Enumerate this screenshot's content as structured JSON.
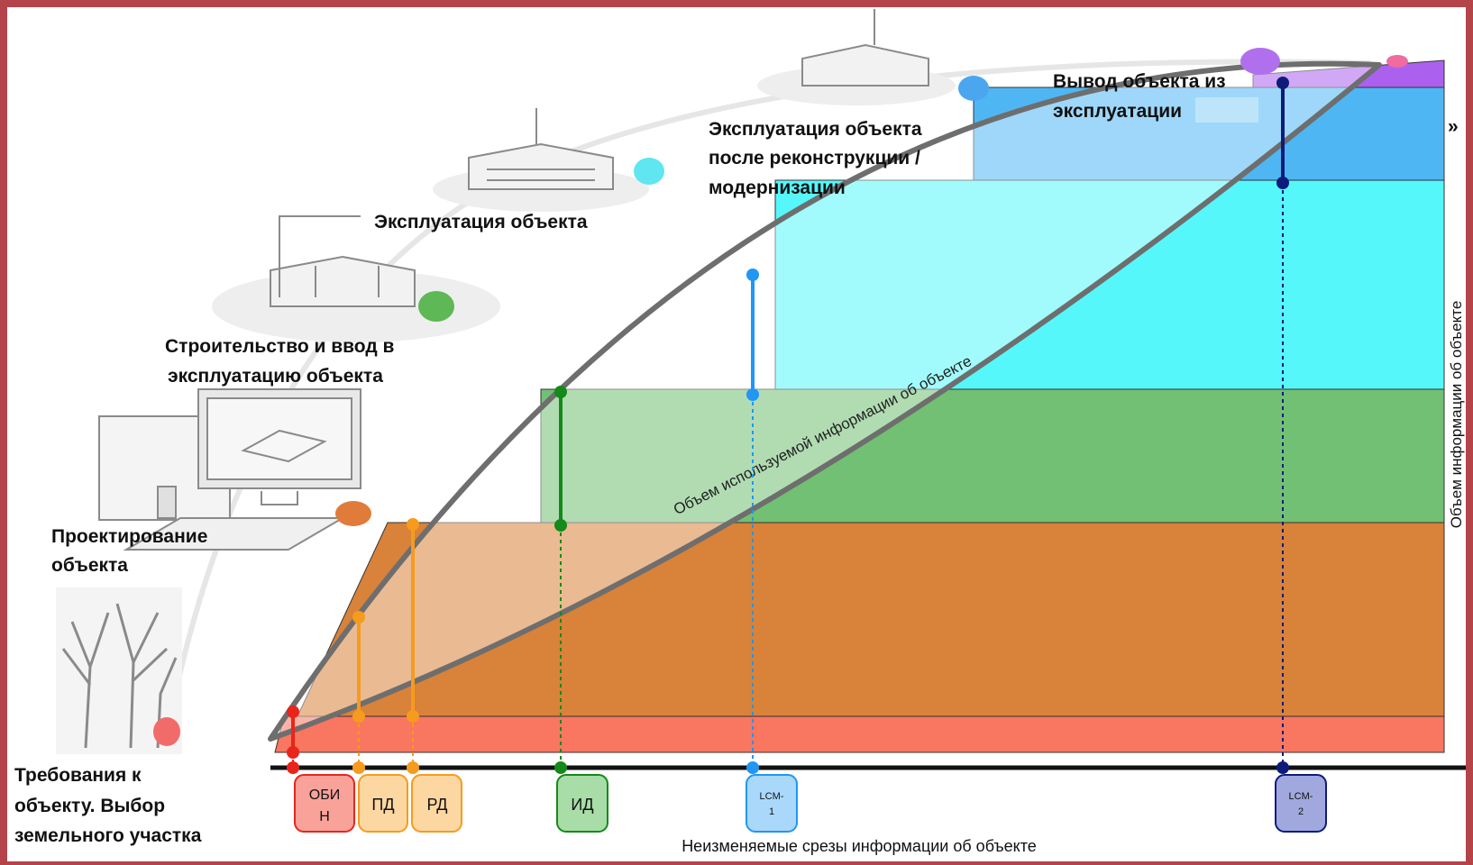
{
  "stages": {
    "requirements": [
      "Требования к",
      "объекту. Выбор",
      "земельного участка"
    ],
    "design": [
      "Проектирование",
      "объекта"
    ],
    "construction": [
      "Строительство и ввод в",
      "эксплуатацию объекта"
    ],
    "operation": [
      "Эксплуатация объекта"
    ],
    "reconstruction": [
      "Эксплуатация объекта",
      "после реконструкции /",
      "модернизации"
    ],
    "decommission": [
      "Вывод объекта из",
      "эксплуатации"
    ]
  },
  "right_edge_fragment": "»",
  "ellipse_label": "Объем используемой информации об объекте",
  "y_axis_label": "Объем информации об объекте",
  "x_axis_label": "Неизменяемые срезы информации об объекте",
  "milestones": [
    {
      "lines": [
        "ОБИ",
        "Н"
      ],
      "color": "#e8251b",
      "fill": "#f8a29a"
    },
    {
      "lines": [
        "ПД"
      ],
      "color": "#f59b1e",
      "fill": "#fdd7a1"
    },
    {
      "lines": [
        "РД"
      ],
      "color": "#f59b1e",
      "fill": "#fdd7a1"
    },
    {
      "lines": [
        "ИД"
      ],
      "color": "#138a19",
      "fill": "#a8dda7"
    },
    {
      "lines": [
        "LCM-",
        "1"
      ],
      "color": "#2196f3",
      "fill": "#a9d8fb"
    },
    {
      "lines": [
        "LCM-",
        "2"
      ],
      "color": "#0d1c7a",
      "fill": "#a1a8de"
    }
  ],
  "bands": [
    {
      "name": "requirements",
      "color": "#f97660"
    },
    {
      "name": "design",
      "color": "#d98239"
    },
    {
      "name": "construction",
      "color": "#72c073"
    },
    {
      "name": "operation",
      "color": "#55f7fb"
    },
    {
      "name": "reconstruction",
      "color": "#4fb6f4"
    },
    {
      "name": "decommission",
      "color": "#ac61ee"
    }
  ]
}
